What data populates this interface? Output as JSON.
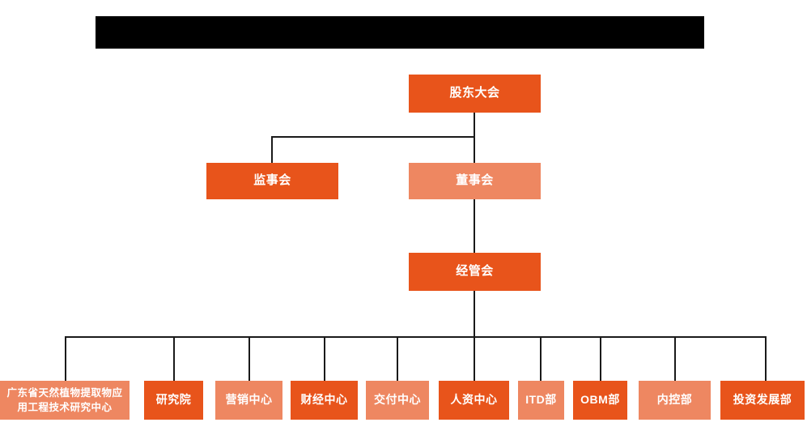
{
  "chart": {
    "type": "org-chart",
    "title_bar": {
      "name": "redacted-title-bar",
      "text": "",
      "redacted": true,
      "color": "#000000"
    },
    "palette": {
      "dark_orange": "#E8541B",
      "light_orange": "#EE8761",
      "connector": "#1a1a1a",
      "text": "#FFFFFF",
      "background": "#FFFFFF"
    },
    "levels": [
      {
        "level": 1,
        "nodes": [
          {
            "id": "shareholders-meeting",
            "label": "股东大会",
            "tone": "dark"
          }
        ]
      },
      {
        "level": 2,
        "nodes": [
          {
            "id": "board-of-supervisors",
            "label": "监事会",
            "tone": "dark"
          },
          {
            "id": "board-of-directors",
            "label": "董事会",
            "tone": "light"
          }
        ]
      },
      {
        "level": 3,
        "nodes": [
          {
            "id": "management-committee",
            "label": "经管会",
            "tone": "dark"
          }
        ]
      },
      {
        "level": 4,
        "nodes": [
          {
            "id": "engineering-research-center",
            "label": "广东省天然植物提取物应\n用工程技术研究中心",
            "tone": "light"
          },
          {
            "id": "research-institute",
            "label": "研究院",
            "tone": "dark"
          },
          {
            "id": "marketing-center",
            "label": "营销中心",
            "tone": "light"
          },
          {
            "id": "finance-center",
            "label": "财经中心",
            "tone": "dark"
          },
          {
            "id": "delivery-center",
            "label": "交付中心",
            "tone": "light"
          },
          {
            "id": "human-resources-center",
            "label": "人资中心",
            "tone": "dark"
          },
          {
            "id": "itd-department",
            "label": "ITD部",
            "tone": "light"
          },
          {
            "id": "obm-department",
            "label": "OBM部",
            "tone": "dark"
          },
          {
            "id": "internal-control-department",
            "label": "内控部",
            "tone": "light"
          },
          {
            "id": "investment-development-department",
            "label": "投资发展部",
            "tone": "dark"
          }
        ]
      }
    ]
  }
}
